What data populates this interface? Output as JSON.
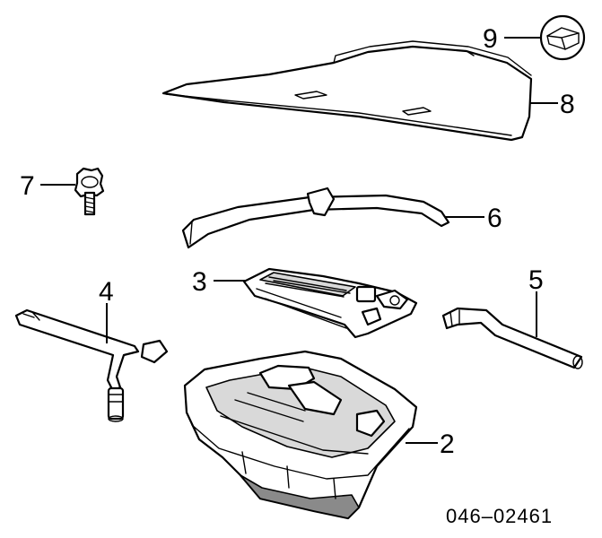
{
  "callouts": {
    "c1": "2",
    "c2": "3",
    "c3": "4",
    "c4": "5",
    "c5": "6",
    "c6": "7",
    "c7": "8",
    "c8": "9"
  },
  "document_number": "046–02461"
}
